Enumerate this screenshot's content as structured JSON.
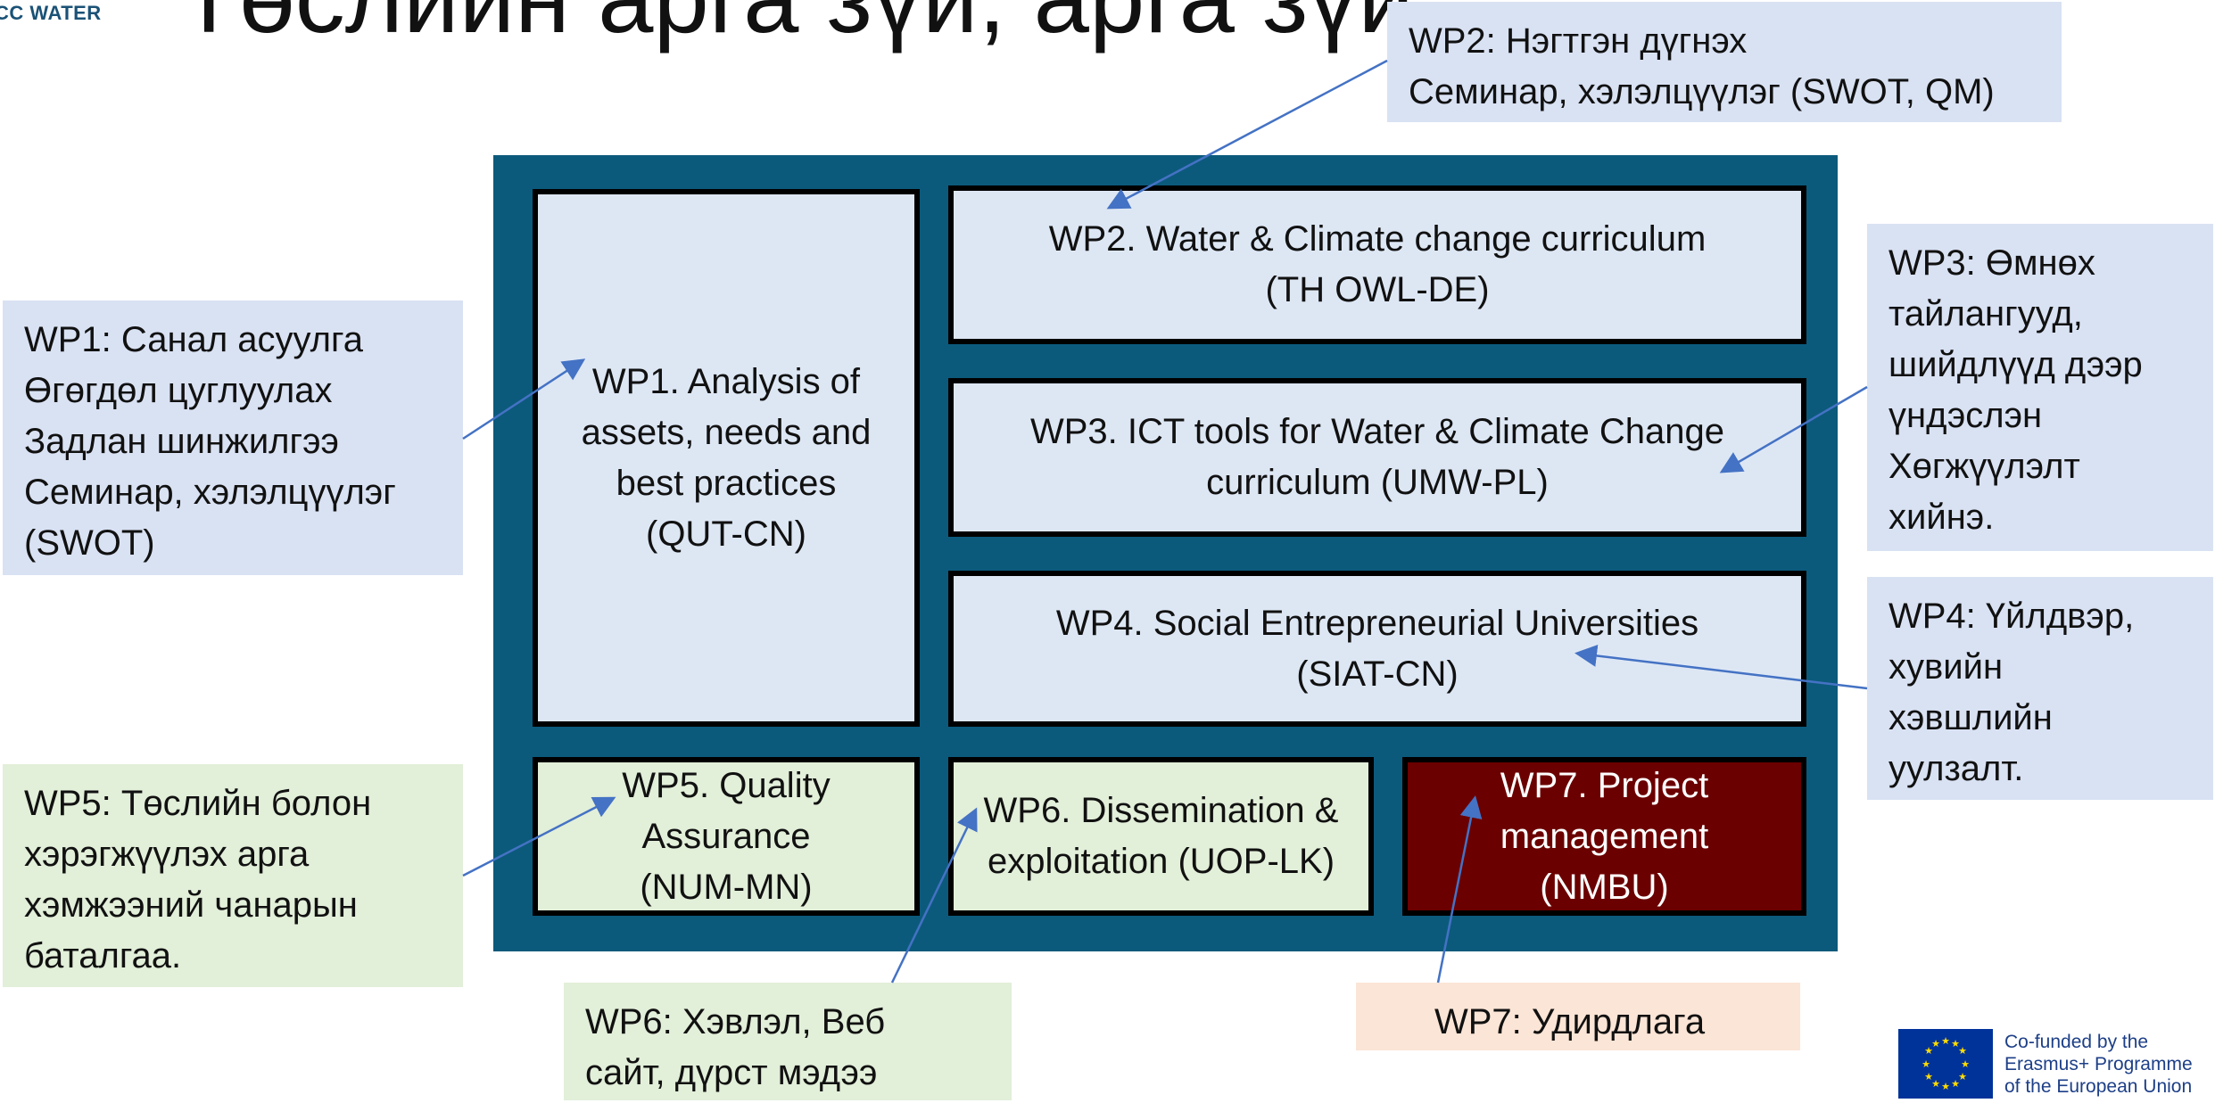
{
  "header": {
    "logo_text": "CC WATER",
    "title": "Төслийн арга зүй, арга зүй"
  },
  "work_packages": {
    "wp1": "WP1. Analysis of\nassets, needs and\nbest practices\n(QUT-CN)",
    "wp2": "WP2. Water & Climate change curriculum\n(TH OWL-DE)",
    "wp3": "WP3. ICT tools for Water & Climate Change\ncurriculum (UMW-PL)",
    "wp4": "WP4. Social Entrepreneurial Universities\n(SIAT-CN)",
    "wp5": "WP5. Quality\nAssurance\n(NUM-MN)",
    "wp6": "WP6. Dissemination &\nexploitation (UOP-LK)",
    "wp7": "WP7. Project\nmanagement\n(NMBU)"
  },
  "notes": {
    "wp1": "WP1: Санал асуулга\nӨгөгдөл цуглуулах\nЗадлан шинжилгээ\nСеминар, хэлэлцүүлэг\n(SWOT)",
    "wp2": "WP2: Нэгтгэн дүгнэх\nСеминар, хэлэлцүүлэг (SWOT, QM)",
    "wp3": "WP3: Өмнөх\nтайлангууд,\nшийдлүүд дээр\nүндэслэн\nХөгжүүлэлт\nхийнэ.",
    "wp4": "WP4: Үйлдвэр,\nхувийн\nхэвшлийн\nуулзалт.",
    "wp5": "WP5: Төслийн болон\nхэрэгжүүлэх арга\nхэмжээний чанарын\nбаталгаа.",
    "wp6": "WP6: Хэвлэл, Веб\nсайт, дүрст мэдээ",
    "wp7": "WP7: Удирдлага"
  },
  "footer": {
    "eu_text": "Co-funded by the\nErasmus+ Programme\nof the European Union"
  },
  "colors": {
    "frame": "#0b5a7c",
    "box_blue": "#dde7f4",
    "box_green": "#e2efd9",
    "box_red": "#6b0000",
    "arrow": "#4472c4"
  }
}
